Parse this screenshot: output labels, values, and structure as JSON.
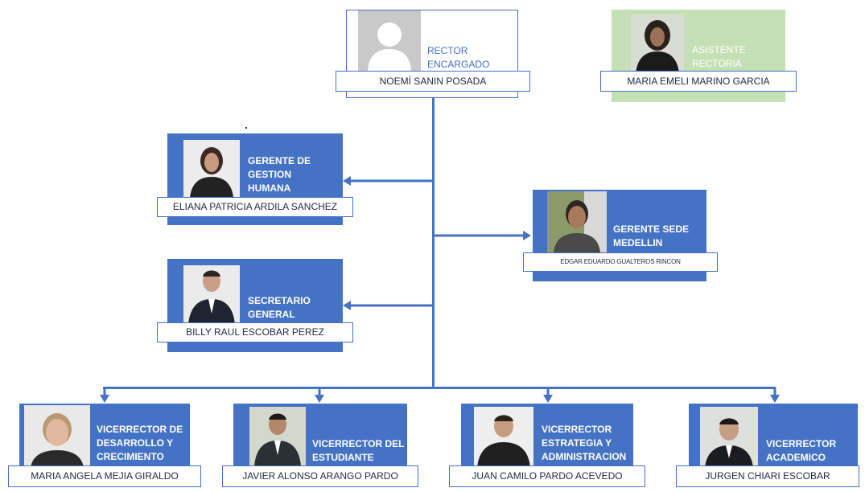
{
  "chart": {
    "rector": {
      "role_line1": "RECTOR",
      "role_line2": "ENCARGADO",
      "name": "NOEMÍ SANIN POSADA"
    },
    "asistente": {
      "role_line1": "ASISTENTE",
      "role_line2": "RECTORIA",
      "name": "MARIA EMELI MARINO GARCIA"
    },
    "gerente_gh": {
      "role_line1": "GERENTE DE",
      "role_line2": "GESTION",
      "role_line3": "HUMANA",
      "name": "ELIANA PATRICIA ARDILA SANCHEZ"
    },
    "gerente_med": {
      "role_line1": "GERENTE SEDE",
      "role_line2": "MEDELLIN",
      "name": "EDGAR EDUARDO GUALTEROS RINCON"
    },
    "secretario": {
      "role_line1": "SECRETARIO",
      "role_line2": "GENERAL",
      "name": "BILLY RAUL ESCOBAR PEREZ"
    },
    "vice_desarrollo": {
      "role_line1": "VICERRECTOR DE",
      "role_line2": "DESARROLLO Y",
      "role_line3": "CRECIMIENTO",
      "name": "MARIA ANGELA MEJIA GIRALDO"
    },
    "vice_estudiante": {
      "role_line1": "VICERRECTOR DEL",
      "role_line2": "ESTUDIANTE",
      "name": "JAVIER ALONSO ARANGO PARDO"
    },
    "vice_estrategia": {
      "role_line1": "VICERRECTOR",
      "role_line2": "ESTRATEGIA Y",
      "role_line3": "ADMINISTRACION",
      "name": "JUAN CAMILO PARDO ACEVEDO"
    },
    "vice_academico": {
      "role_line1": "VICERRECTOR",
      "role_line2": "ACADEMICO",
      "name": "JURGEN  CHIARI ESCOBAR"
    }
  },
  "colors": {
    "box_blue": "#4472c4",
    "assistant_green": "#c5e0b4",
    "connector": "#4472c4"
  }
}
